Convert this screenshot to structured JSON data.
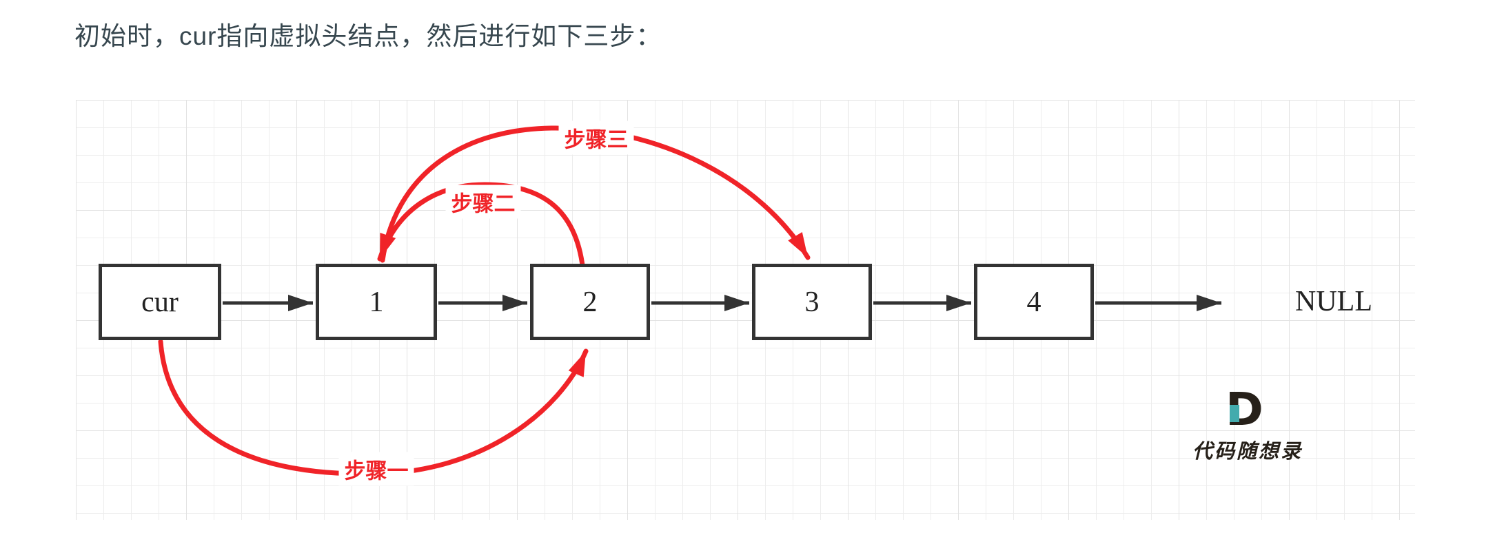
{
  "page": {
    "title_text": "初始时，cur指向虚拟头结点，然后进行如下三步："
  },
  "colors": {
    "red": "#F02328",
    "stroke_dark": "#333333",
    "title_text": "#37474F",
    "node_fill": "#FFFFFF",
    "grid_line": "#EDEDED",
    "grid_line_major": "#E2E2E2",
    "logo_teal": "#43ABAD",
    "logo_dark": "#262019"
  },
  "diagram": {
    "nodes": [
      {
        "label": "cur"
      },
      {
        "label": "1"
      },
      {
        "label": "2"
      },
      {
        "label": "3"
      },
      {
        "label": "4"
      }
    ],
    "terminal_label": "NULL",
    "step_labels": [
      {
        "label": "步骤一"
      },
      {
        "label": "步骤二"
      },
      {
        "label": "步骤三"
      }
    ]
  },
  "watermark": {
    "logo_letter": "D",
    "logo_text": "代码随想录"
  }
}
